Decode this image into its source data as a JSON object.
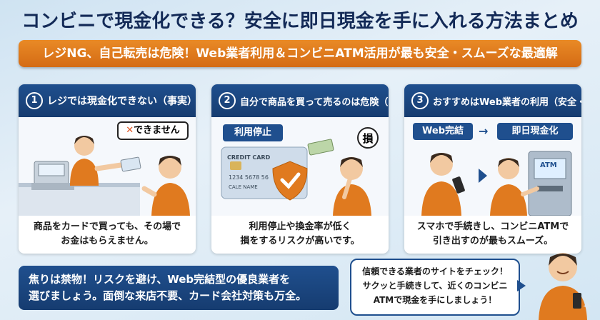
{
  "title": "コンビニで現金化できる？安全に即日現金を手に入れる方法まとめ",
  "subtitle": "レジNG、自己転売は危険！Web業者利用＆コンビニATM活用が最も安全・スムーズな最適解",
  "panels": [
    {
      "num": "1",
      "heading": "レジでは現金化できない（事実）",
      "speech": "できません",
      "caption_line1": "商品をカードで買っても、その場で",
      "caption_line2": "お金はもらえません。"
    },
    {
      "num": "2",
      "heading": "自分で商品を買って売るのは危険（リスク）",
      "tag": "利用停止",
      "card_label": "CREDIT CARD",
      "card_number": "1234 5678 56",
      "card_name": "CALE NAME",
      "loss": "損",
      "caption_line1": "利用停止や換金率が低く",
      "caption_line2": "損をするリスクが高いです。"
    },
    {
      "num": "3",
      "heading": "おすすめはWeb業者の利用（安全・最適）",
      "step1": "Web完結",
      "step2": "即日現金化",
      "atm_label": "ATM",
      "caption_line1": "スマホで手続きし、コンビニATMで",
      "caption_line2": "引き出すのが最もスムーズ。"
    }
  ],
  "bottom": {
    "line1": "焦りは禁物！リスクを避け、Web完結型の優良業者を",
    "line2": "選びましょう。面倒な来店不要、カード会社対策も万全。"
  },
  "bubble": {
    "line1": "信頼できる業者のサイトをチェック！",
    "line2": "サクッと手続きして、近くのコンビニ",
    "line3": "ATMで現金を手にしましょう！"
  },
  "colors": {
    "navy": "#1f4f8e",
    "orange": "#e07a1f",
    "title": "#132a57"
  }
}
